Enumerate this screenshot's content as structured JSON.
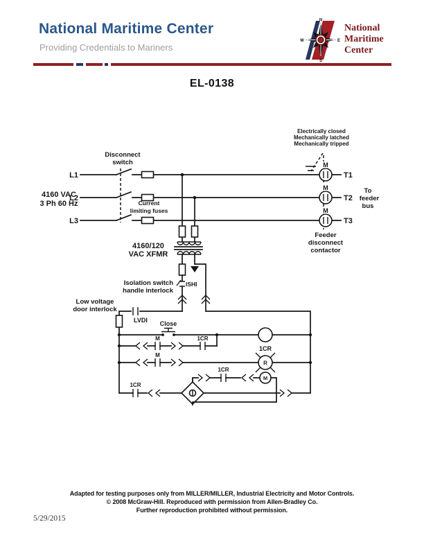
{
  "header": {
    "title": "National Maritime Center",
    "subtitle": "Providing Credentials to Mariners",
    "logo_text": [
      "National",
      "Maritime",
      "Center"
    ],
    "compass": {
      "n": "N",
      "e": "E",
      "s": "S",
      "w": "W"
    }
  },
  "doc_title": "EL-0138",
  "diagram": {
    "source_label": [
      "4160 VAC",
      "3 Ph 60 Hz"
    ],
    "disconnect_switch": [
      "Disconnect",
      "switch"
    ],
    "phase_labels": [
      "L1",
      "L2",
      "L3"
    ],
    "terminal_labels": [
      "T1",
      "T2",
      "T3"
    ],
    "fuse_label": [
      "Current",
      "limiting fuses"
    ],
    "contactor_note": [
      "Electrically closed",
      "Mechanically latched",
      "Mechanically tripped"
    ],
    "feeder_bus": [
      "To",
      "feeder",
      "bus"
    ],
    "feeder_contactor": [
      "Feeder",
      "disconnect",
      "contactor"
    ],
    "xfmr_label": [
      "4160/120",
      "VAC XFMR"
    ],
    "ishi_note": [
      "Isolation switch",
      "handle interlock"
    ],
    "ishi": "ISHI",
    "lvdi_note": [
      "Low voltage",
      "door interlock"
    ],
    "lvdi": "LVDI",
    "close_label": "Close",
    "m": "M",
    "cr": "1CR",
    "r": "R"
  },
  "footer": {
    "lines": [
      "Adapted for testing purposes only from MILLER/MILLER, Industrial Electricity and Motor Controls.",
      "© 2008 McGraw-Hill. Reproduced with permission from Allen-Bradley Co.",
      "Further reproduction prohibited without permission."
    ],
    "date": "5/29/2015"
  },
  "colors": {
    "title_blue": "#2A5789",
    "subtitle_gray": "#9E9E9E",
    "divider_red": "#8C2121",
    "stripe_blue": "#26375F",
    "logo_red": "#A32026",
    "logo_maroon": "#7A1A1A",
    "ink": "#151515"
  }
}
